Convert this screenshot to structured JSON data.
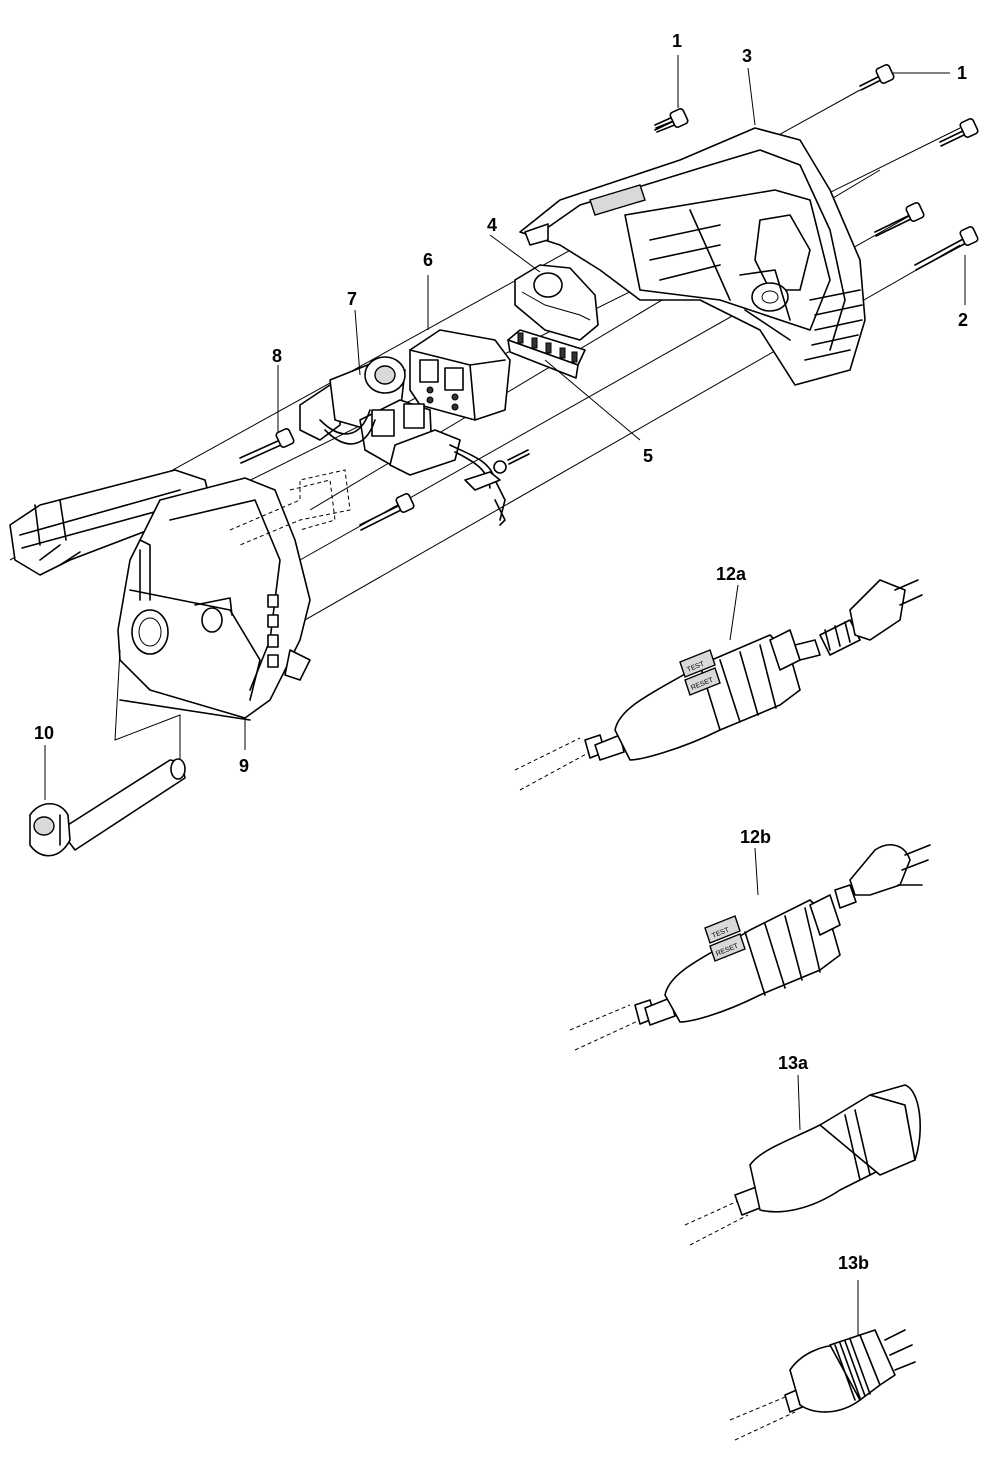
{
  "callouts": {
    "c1a": "1",
    "c1b": "1",
    "c2": "2",
    "c3": "3",
    "c4": "4",
    "c5": "5",
    "c6": "6",
    "c7": "7",
    "c8": "8",
    "c9": "9",
    "c10": "10",
    "c12a": "12a",
    "c12b": "12b",
    "c13a": "13a",
    "c13b": "13b"
  },
  "rcd_labels": {
    "test": "TEST",
    "reset": "RESET"
  }
}
